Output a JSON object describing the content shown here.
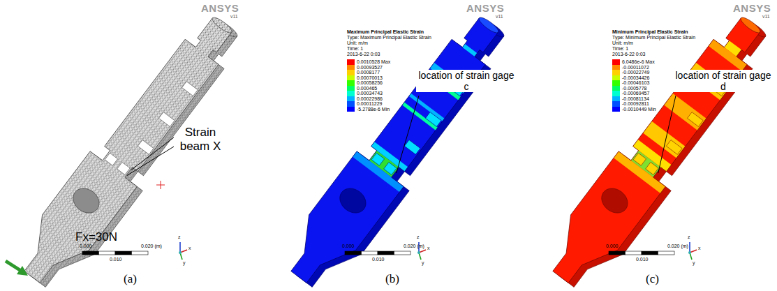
{
  "diagram": {
    "labels": [
      "ANSYS",
      "v11",
      "Strain beam X",
      "Fx=30N",
      "0.000",
      "0.020 (m)",
      "0.010",
      "z",
      "x",
      "y",
      "(a)",
      "ANSYS",
      "v11",
      "Maximum Principal Elastic Strain",
      "Type: Maximum Principal Elastic Strain",
      "Unit: m/m",
      "Time: 1",
      "2013-6-22 0:03",
      "location of strain gage c",
      "0.000",
      "0.020 (m)",
      "0.010",
      "z",
      "x",
      "y",
      "(b)",
      "ANSYS",
      "v11",
      "Minimum Principal Elastic Strain",
      "Type: Minimum Principal Elastic Strain",
      "Unit: m/m",
      "Time: 1",
      "2013-6-22 0:03",
      "location of strain gage d",
      "0.000",
      "0.020 (m)",
      "0.010",
      "z",
      "x",
      "y",
      "(c)"
    ],
    "legend": [
      {
        "text": "0.0010528 Max",
        "color": "#ff0000"
      },
      {
        "text": "0.00093527",
        "color": "#ff8c00"
      },
      {
        "text": "0.0008177",
        "color": "#ffd000"
      },
      {
        "text": "0.00070013",
        "color": "#c8ff00"
      },
      {
        "text": "0.00058256",
        "color": "#32ff00"
      },
      {
        "text": "0.000465",
        "color": "#00ff64"
      },
      {
        "text": "0.00034743",
        "color": "#00ffd0"
      },
      {
        "text": "0.00022986",
        "color": "#00b4ff"
      },
      {
        "text": "0.00011229",
        "color": "#0050ff"
      },
      {
        "text": "-5.2788e-6 Min",
        "color": "#0000ff"
      },
      {
        "text": "6.0486e-6 Max",
        "color": "#ff0000"
      },
      {
        "text": "-0.00011072",
        "color": "#ff8c00"
      },
      {
        "text": "-0.00022749",
        "color": "#ffd000"
      },
      {
        "text": "-0.00034426",
        "color": "#c8ff00"
      },
      {
        "text": "-0.00046103",
        "color": "#32ff00"
      },
      {
        "text": "-0.0005778",
        "color": "#00ff64"
      },
      {
        "text": "-0.00069457",
        "color": "#00ffd0"
      },
      {
        "text": "-0.00081134",
        "color": "#00b4ff"
      },
      {
        "text": "-0.00092811",
        "color": "#0050ff"
      },
      {
        "text": "-0.0010449 Min",
        "color": "#0000ff"
      }
    ]
  }
}
